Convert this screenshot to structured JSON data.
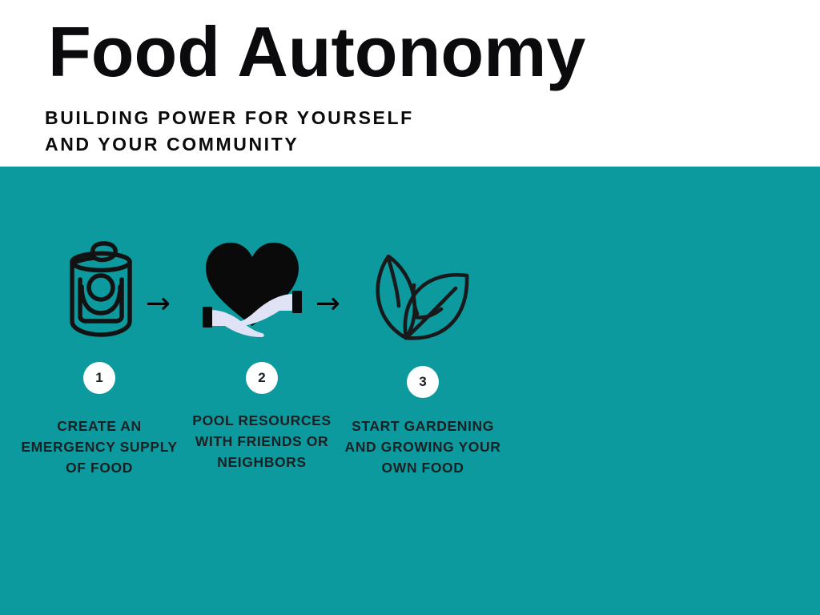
{
  "header": {
    "title": "Food Autonomy",
    "subtitle_lines": [
      "BUILDING POWER FOR YOURSELF",
      "AND YOUR COMMUNITY"
    ]
  },
  "colors": {
    "background": "#FFFFFF",
    "band": "#0C9A9E",
    "title_text": "#0B0B0D",
    "caption_text": "#1A2124",
    "number_circle_fill": "#FFFFFF",
    "icon_stroke": "#121212",
    "hands_fill": "#DFE3F5"
  },
  "steps": [
    {
      "number": "1",
      "icon": "canned-food-icon",
      "caption": "CREATE AN EMERGENCY SUPPLY OF FOOD"
    },
    {
      "number": "2",
      "icon": "heart-in-hands-icon",
      "caption": "POOL RESOURCES WITH FRIENDS OR NEIGHBORS"
    },
    {
      "number": "3",
      "icon": "leaves-icon",
      "caption": "START GARDENING AND GROWING YOUR OWN FOOD"
    }
  ],
  "connectors": [
    {
      "icon": "arrow-right-icon",
      "glyph": "→"
    },
    {
      "icon": "arrow-right-icon",
      "glyph": "→"
    }
  ]
}
